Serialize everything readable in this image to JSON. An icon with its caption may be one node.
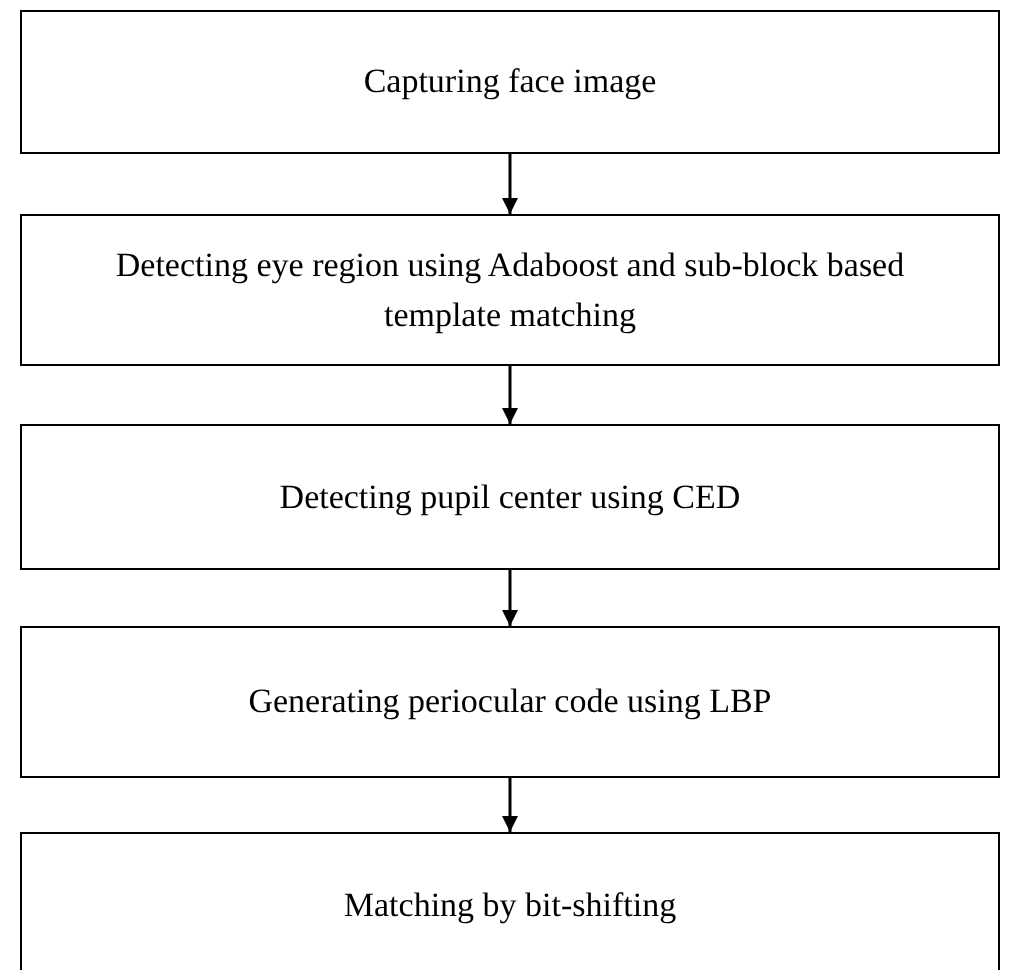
{
  "diagram": {
    "nodes": [
      {
        "text": [
          "Capturing face image"
        ]
      },
      {
        "text": [
          "Detecting eye region using Adaboost and sub-block based template matching"
        ]
      },
      {
        "text": [
          "Detecting pupil center using CED"
        ]
      },
      {
        "text": [
          "Generating periocular code using LBP"
        ]
      },
      {
        "text": [
          "Matching by bit-shifting"
        ]
      }
    ],
    "edges": [
      {
        "from": 0,
        "to": 1,
        "arrow": "to"
      },
      {
        "from": 1,
        "to": 2,
        "arrow": "to"
      },
      {
        "from": 2,
        "to": 3,
        "arrow": "to"
      },
      {
        "from": 3,
        "to": 4,
        "arrow": "to"
      }
    ]
  }
}
